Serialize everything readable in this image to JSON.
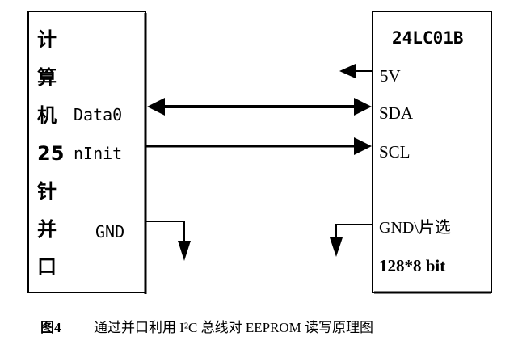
{
  "left_box": {
    "title_chars": [
      "计",
      "算",
      "机",
      "25",
      "针",
      "并",
      "口"
    ],
    "pins": {
      "data0": "Data0",
      "ninit": "nInit",
      "gnd": "GND"
    }
  },
  "right_box": {
    "chip_name": "24LC01B",
    "pins": {
      "vcc": "5V",
      "sda": "SDA",
      "scl": "SCL",
      "gnd": "GND\\片选"
    },
    "capacity": "128*8 bit"
  },
  "caption": {
    "figure_no": "图4",
    "text": "通过并口利用 I²C 总线对 EEPROM 读写原理图"
  }
}
